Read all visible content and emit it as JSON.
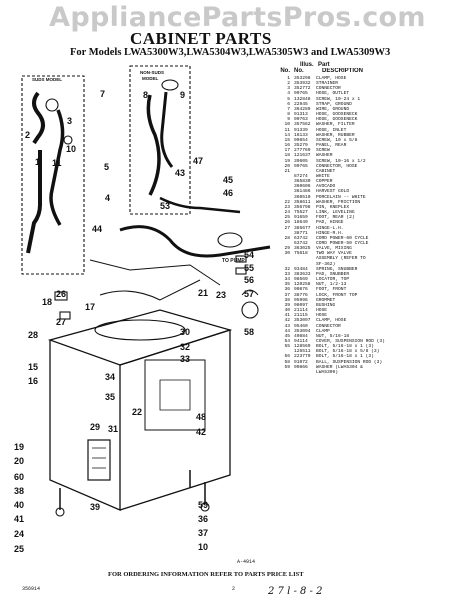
{
  "watermark": "AppliancePartsPros.com",
  "title": "CABINET PARTS",
  "models": "For Models LWA5300W3,LWA5304W3,LWA5305W3 and LWA5309W3",
  "diagram": {
    "suds_label_1": "SUDS MODEL",
    "suds_label_2": "",
    "nonsuds_label_1": "NON-SUDS",
    "nonsuds_label_2": "MODEL",
    "to_pump": "TO PUMP",
    "callouts": [
      "2",
      "1",
      "3",
      "10",
      "11",
      "7",
      "5",
      "4",
      "8",
      "9",
      "47",
      "43",
      "45",
      "46",
      "53",
      "44",
      "54",
      "55",
      "56",
      "57",
      "26",
      "17",
      "21",
      "23",
      "58",
      "18",
      "27",
      "28",
      "30",
      "32",
      "33",
      "15",
      "16",
      "34",
      "35",
      "22",
      "31",
      "19",
      "20",
      "60",
      "38",
      "40",
      "41",
      "24",
      "25",
      "59",
      "36",
      "37",
      "10",
      "39",
      "29",
      "48",
      "42"
    ]
  },
  "parts": {
    "header": {
      "illus": "Illus.",
      "part": "Part",
      "no": "No.",
      "partno": "No.",
      "desc": "DESCRIPTION"
    },
    "rows": [
      [
        "1",
        "353298",
        "CLAMP, HOSE"
      ],
      [
        "2",
        "353932",
        "STRAINER"
      ],
      [
        "3",
        "352772",
        "CONNECTOR"
      ],
      [
        "4",
        "90765",
        "HOSE, OUTLET"
      ],
      [
        "5",
        "132848",
        "SCREW, 10-24 x 1"
      ],
      [
        "6",
        "22945",
        "STRAP, GROUND"
      ],
      [
        "7",
        "364289",
        "WIRE, GROUND"
      ],
      [
        "8",
        "91313",
        "HOSE, GOOSENECK"
      ],
      [
        "9",
        "90763",
        "HOSE, GOOSENECK"
      ],
      [
        "10",
        "357562",
        "WASHER, FILTER"
      ],
      [
        "11",
        "91339",
        "HOSE, INLET"
      ],
      [
        "14",
        "16133",
        "WASHER, RUBBER"
      ],
      [
        "15",
        "90854",
        "SCREW, 10 x 5/8"
      ],
      [
        "16",
        "35279",
        "PANEL, REAR"
      ],
      [
        "17",
        "277769",
        "SCREW"
      ],
      [
        "18",
        "121637",
        "WASHER"
      ],
      [
        "19",
        "39605",
        "SCREW, 10-16 x 1/2"
      ],
      [
        "20",
        "90765",
        "CONNECTOR, HOSE"
      ],
      [
        "21",
        "",
        "CABINET"
      ],
      [
        "",
        "87274",
        "WHITE"
      ],
      [
        "",
        "365830",
        "COPPER"
      ],
      [
        "",
        "360606",
        "AVOCADO"
      ],
      [
        "",
        "361486",
        "HARVEST GOLD"
      ],
      [
        "",
        "360510",
        "PORCELAIN -- WHITE"
      ],
      [
        "22",
        "358611",
        "WASHER, FRICTION"
      ],
      [
        "23",
        "356798",
        "PIN, KNEPLEX"
      ],
      [
        "24",
        "75527",
        "LINK, LEVELING"
      ],
      [
        "25",
        "91659",
        "FOOT, REAR (2)"
      ],
      [
        "26",
        "18649",
        "PAD, HINGE"
      ],
      [
        "27",
        "385677",
        "HINGE-L.H."
      ],
      [
        "",
        "38771",
        "HINGE-R.H."
      ],
      [
        "28",
        "63742",
        "CORD POWER-60 CYCLE"
      ],
      [
        "",
        "63742",
        "CORD POWER-50 CYCLE"
      ],
      [
        "29",
        "363025",
        "VALVE, MIXING"
      ],
      [
        "30",
        "75618",
        "TWO WAY VALVE"
      ],
      [
        "",
        "",
        "ASSEMBLY (REFER TO"
      ],
      [
        "",
        "",
        "SF-362)"
      ],
      [
        "32",
        "93484",
        "SPRING, SNUBBER"
      ],
      [
        "33",
        "383633",
        "PAD, SNUBBER"
      ],
      [
        "34",
        "98569",
        "LOCATOR, TOP"
      ],
      [
        "35",
        "120258",
        "NUT, 1/2-13"
      ],
      [
        "36",
        "90876",
        "FOOT, FRONT"
      ],
      [
        "37",
        "38776",
        "LOCK, FRONT TOP"
      ],
      [
        "38",
        "95996",
        "GROMMET"
      ],
      [
        "39",
        "98097",
        "BUSHING"
      ],
      [
        "40",
        "21114",
        "HOSE"
      ],
      [
        "41",
        "21115",
        "HOSE"
      ],
      [
        "42",
        "353097",
        "CLAMP, HOSE"
      ],
      [
        "43",
        "95460",
        "CONNECTOR"
      ],
      [
        "44",
        "353094",
        "CLAMP"
      ],
      [
        "45",
        "40884",
        "NUT, 5/16-18"
      ],
      [
        "54",
        "94114",
        "COVER, SUSPENSION ROD (3)"
      ],
      [
        "55",
        "128569",
        "BOLT, 5/16-18 x 1 (3)"
      ],
      [
        "",
        "126511",
        "BOLT, 5/16-18 x 5/8 (3)"
      ],
      [
        "56",
        "223770",
        "BOLT, 5/16-18 x 1 (3)"
      ],
      [
        "58",
        "91072",
        "BALL, SUSPENSION ROD (3)"
      ],
      [
        "59",
        "90866",
        "WASHER (LWA5304 &"
      ],
      [
        "",
        "",
        "LWA5309)"
      ]
    ]
  },
  "figure_no": "A-4914",
  "footer": "FOR ORDERING INFORMATION REFER TO PARTS PRICE LIST",
  "code": "356914",
  "page_no": "2",
  "handwriting": "2 7 l - 8 - 2"
}
